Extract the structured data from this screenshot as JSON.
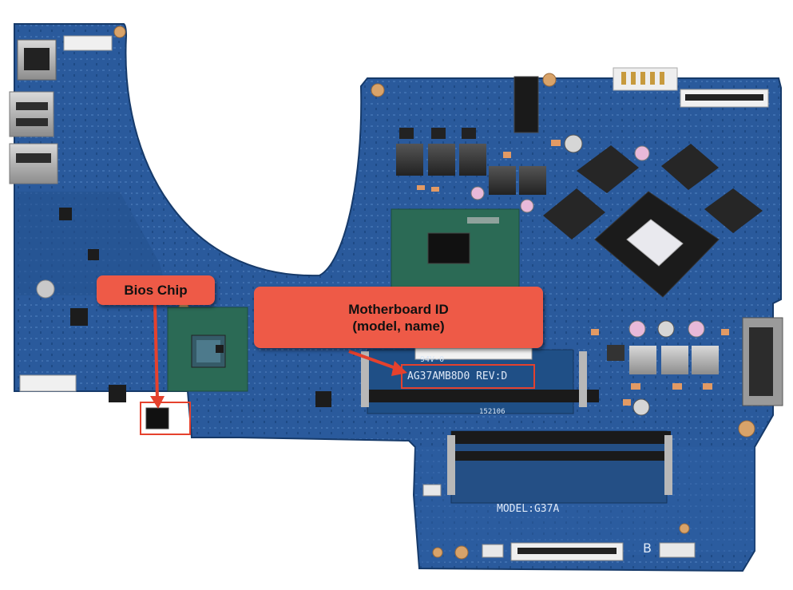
{
  "photo": {
    "board_colors": {
      "pcb": "#2a5a9c",
      "pcb_dark": "#1d447a",
      "trace": "#3a6fb3",
      "highlight": "#ee5a47"
    },
    "silkscreen": {
      "board_id": "AG37AMB8D0 REV:D",
      "model": "MODEL:G37A",
      "ul_mark": "94V-0",
      "dimm_label": "152106",
      "corner_mark": "B"
    }
  },
  "callouts": {
    "bios": {
      "label": "Bios Chip"
    },
    "motherboard": {
      "line1": "Motherboard ID",
      "line2": "(model, name)"
    }
  }
}
